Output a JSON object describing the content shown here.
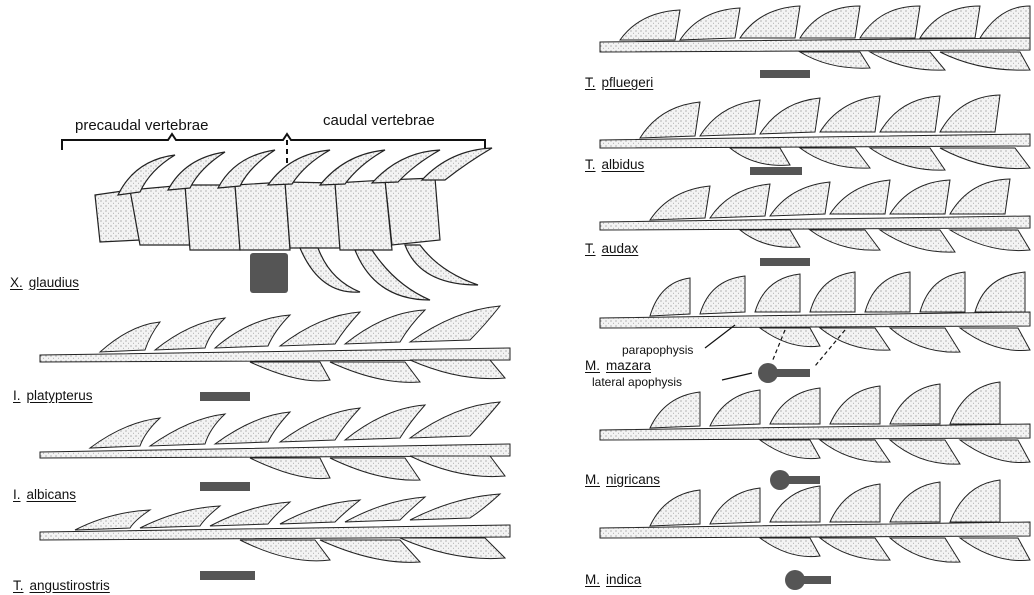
{
  "header": {
    "precaudal": "precaudal vertebrae",
    "caudal": "caudal vertebrae"
  },
  "annotations": {
    "parapophysis": "parapophysis",
    "lateral_apophysis": "lateral apophysis"
  },
  "species": [
    {
      "id": "x-gladius",
      "genus": "X.",
      "epithet": "glaudius"
    },
    {
      "id": "i-platypterus",
      "genus": "I.",
      "epithet": "platypterus"
    },
    {
      "id": "i-albicans",
      "genus": "I.",
      "epithet": "albicans"
    },
    {
      "id": "t-angustirostris",
      "genus": "T.",
      "epithet": "angustirostris"
    },
    {
      "id": "t-pfluegeri",
      "genus": "T.",
      "epithet": "pfluegeri"
    },
    {
      "id": "t-albidus",
      "genus": "T.",
      "epithet": "albidus"
    },
    {
      "id": "t-audax",
      "genus": "T.",
      "epithet": "audax"
    },
    {
      "id": "m-mazara",
      "genus": "M.",
      "epithet": "mazara"
    },
    {
      "id": "m-nigricans",
      "genus": "M.",
      "epithet": "nigricans"
    },
    {
      "id": "m-indica",
      "genus": "M.",
      "epithet": "indica"
    }
  ]
}
